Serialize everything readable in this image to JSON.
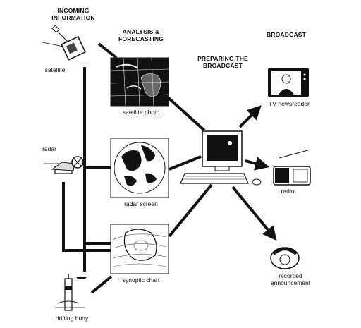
{
  "headers": {
    "incoming": "INCOMING\nINFORMATION",
    "analysis": "ANALYSIS &\nFORECASTING",
    "preparing": "PREPARING THE\nBROADCAST",
    "broadcast": "BROADCAST"
  },
  "labels": {
    "satellite": "satellite",
    "radar": "radar",
    "drifting_buoy": "drifting buoy",
    "satellite_photo": "satellite photo",
    "radar_screen": "radar screen",
    "synoptic_chart": "synoptic chart",
    "tv_newsreader": "TV newsreader",
    "radio": "radio",
    "recorded_announcement": "recorded\nannouncement"
  }
}
